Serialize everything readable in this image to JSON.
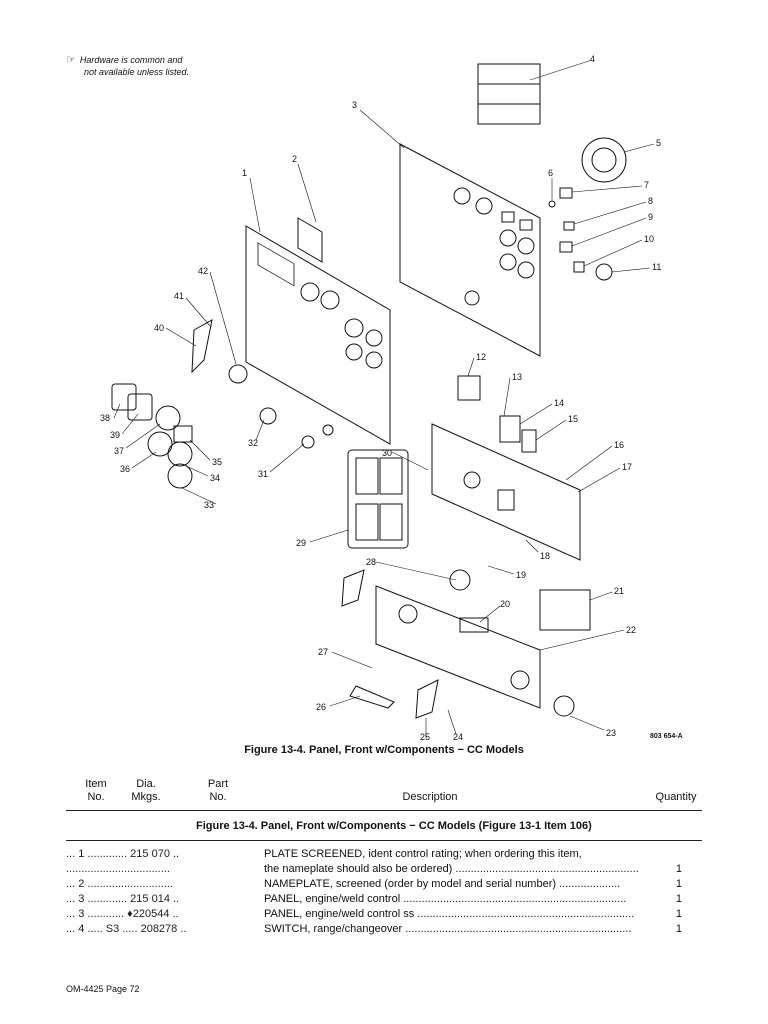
{
  "note": {
    "line1": "Hardware is common and",
    "line2": "not available unless listed."
  },
  "callouts": [
    "1",
    "2",
    "3",
    "4",
    "5",
    "6",
    "7",
    "8",
    "9",
    "10",
    "11",
    "12",
    "13",
    "14",
    "15",
    "16",
    "17",
    "18",
    "19",
    "20",
    "21",
    "22",
    "23",
    "24",
    "25",
    "26",
    "27",
    "28",
    "29",
    "30",
    "31",
    "32",
    "33",
    "34",
    "35",
    "36",
    "37",
    "38",
    "39",
    "40",
    "41",
    "42"
  ],
  "drawing_number": "803 654-A",
  "figure_caption": "Figure 13-4. Panel, Front w/Components − CC Models",
  "table": {
    "headers": {
      "item": [
        "Item",
        "No."
      ],
      "dia": [
        "Dia.",
        "Mkgs."
      ],
      "part": [
        "Part",
        "No."
      ],
      "description": "Description",
      "quantity": "Quantity"
    },
    "subcaption": "Figure 13-4. Panel, Front w/Components − CC Models (Figure 13-1 Item 106)",
    "rows": [
      {
        "pre": "... 1 ............. 215 070 ..",
        "desc": "PLATE SCREENED, ident control rating; when ordering this item,",
        "qty": ""
      },
      {
        "pre": "..................................",
        "desc": "the nameplate should also be ordered) ............................................................",
        "qty": "1"
      },
      {
        "pre": "... 2 ............................",
        "desc": "NAMEPLATE, screened  (order by model and serial number) ....................",
        "qty": "1"
      },
      {
        "pre": "... 3 ............. 215 014 ..",
        "desc": "PANEL, engine/weld control .........................................................................",
        "qty": "1"
      },
      {
        "pre": "... 3 ............ ♦220544 ..",
        "desc": "PANEL, engine/weld control ss .......................................................................",
        "qty": "1"
      },
      {
        "pre": "... 4 ..... S3 ..... 208278 ..",
        "desc": "SWITCH, range/changeover ..........................................................................",
        "qty": "1"
      }
    ]
  },
  "footer": "OM-4425 Page 72"
}
